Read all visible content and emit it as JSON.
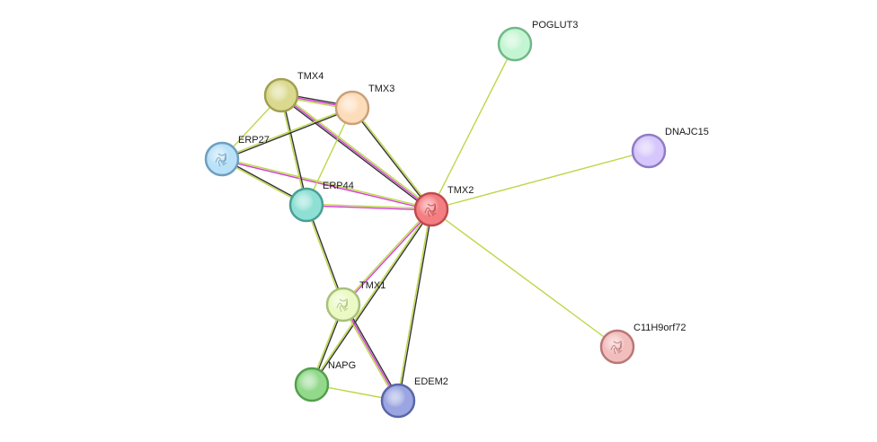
{
  "nodes": [
    {
      "id": "TMX2",
      "label": "TMX2",
      "color": "#f47f82",
      "stroke": "#c04a4e",
      "structure": true
    },
    {
      "id": "POGLUT3",
      "label": "POGLUT3",
      "color": "#c4f5d2",
      "stroke": "#6fb88a",
      "structure": false
    },
    {
      "id": "DNAJC15",
      "label": "DNAJC15",
      "color": "#d6c6fb",
      "stroke": "#8f7cc4",
      "structure": false
    },
    {
      "id": "C11H9orf72",
      "label": "C11H9orf72",
      "color": "#f2bdbd",
      "stroke": "#b97777",
      "structure": true
    },
    {
      "id": "TMX4",
      "label": "TMX4",
      "color": "#dbd98f",
      "stroke": "#a2a052",
      "structure": false
    },
    {
      "id": "TMX3",
      "label": "TMX3",
      "color": "#fddcba",
      "stroke": "#c9a27a",
      "structure": false
    },
    {
      "id": "ERP27",
      "label": "ERP27",
      "color": "#b9e1f8",
      "stroke": "#6e9fbd",
      "structure": true
    },
    {
      "id": "ERP44",
      "label": "ERP44",
      "color": "#8edfd4",
      "stroke": "#4a9f94",
      "structure": false
    },
    {
      "id": "TMX1",
      "label": "TMX1",
      "color": "#ebf9c4",
      "stroke": "#a8c07a",
      "structure": true
    },
    {
      "id": "NAPG",
      "label": "NAPG",
      "color": "#93d98c",
      "stroke": "#52a04c",
      "structure": false
    },
    {
      "id": "EDEM2",
      "label": "EDEM2",
      "color": "#9aa5e1",
      "stroke": "#5a66a8",
      "structure": false
    }
  ],
  "edge_colors": {
    "black": "#333333",
    "magenta": "#d43fd4",
    "yellow_green": "#bcd84a"
  },
  "edges": [
    {
      "source": "TMX2",
      "target": "POGLUT3",
      "types": [
        "yellow_green"
      ]
    },
    {
      "source": "TMX2",
      "target": "DNAJC15",
      "types": [
        "yellow_green"
      ]
    },
    {
      "source": "TMX2",
      "target": "C11H9orf72",
      "types": [
        "yellow_green"
      ]
    },
    {
      "source": "TMX2",
      "target": "TMX4",
      "types": [
        "black",
        "magenta",
        "yellow_green"
      ]
    },
    {
      "source": "TMX2",
      "target": "TMX3",
      "types": [
        "black",
        "yellow_green"
      ]
    },
    {
      "source": "TMX2",
      "target": "ERP27",
      "types": [
        "magenta",
        "yellow_green"
      ]
    },
    {
      "source": "TMX2",
      "target": "ERP44",
      "types": [
        "magenta",
        "yellow_green"
      ]
    },
    {
      "source": "TMX2",
      "target": "TMX1",
      "types": [
        "magenta",
        "yellow_green"
      ]
    },
    {
      "source": "TMX2",
      "target": "NAPG",
      "types": [
        "black",
        "yellow_green"
      ]
    },
    {
      "source": "TMX2",
      "target": "EDEM2",
      "types": [
        "black",
        "yellow_green"
      ]
    },
    {
      "source": "TMX4",
      "target": "TMX3",
      "types": [
        "black",
        "magenta",
        "yellow_green"
      ]
    },
    {
      "source": "TMX4",
      "target": "ERP27",
      "types": [
        "yellow_green"
      ]
    },
    {
      "source": "TMX4",
      "target": "ERP44",
      "types": [
        "black",
        "yellow_green"
      ]
    },
    {
      "source": "TMX3",
      "target": "ERP27",
      "types": [
        "black",
        "yellow_green"
      ]
    },
    {
      "source": "TMX3",
      "target": "ERP44",
      "types": [
        "yellow_green"
      ]
    },
    {
      "source": "ERP27",
      "target": "ERP44",
      "types": [
        "black",
        "yellow_green"
      ]
    },
    {
      "source": "ERP44",
      "target": "TMX1",
      "types": [
        "black",
        "yellow_green"
      ]
    },
    {
      "source": "TMX1",
      "target": "NAPG",
      "types": [
        "black",
        "yellow_green"
      ]
    },
    {
      "source": "TMX1",
      "target": "EDEM2",
      "types": [
        "black",
        "magenta",
        "yellow_green"
      ]
    },
    {
      "source": "NAPG",
      "target": "EDEM2",
      "types": [
        "yellow_green"
      ]
    }
  ]
}
